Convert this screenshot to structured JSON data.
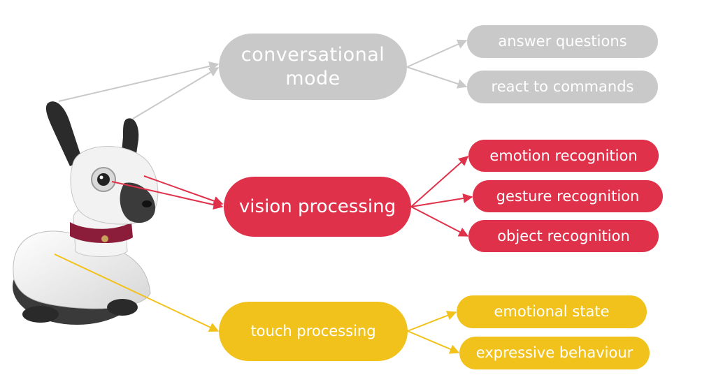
{
  "colors": {
    "gray": "#c9c9c9",
    "red": "#e0314b",
    "yellow": "#f2c21c"
  },
  "nodes": {
    "conversational_mode": "conversational\nmode",
    "answer_questions": "answer questions",
    "react_to_commands": "react to commands",
    "vision_processing": "vision processing",
    "emotion_recognition": "emotion recognition",
    "gesture_recognition": "gesture recognition",
    "object_recognition": "object recognition",
    "touch_processing": "touch processing",
    "emotional_state": "emotional state",
    "expressive_behaviour": "expressive behaviour"
  },
  "image": {
    "subject": "robot-dog-icon"
  }
}
